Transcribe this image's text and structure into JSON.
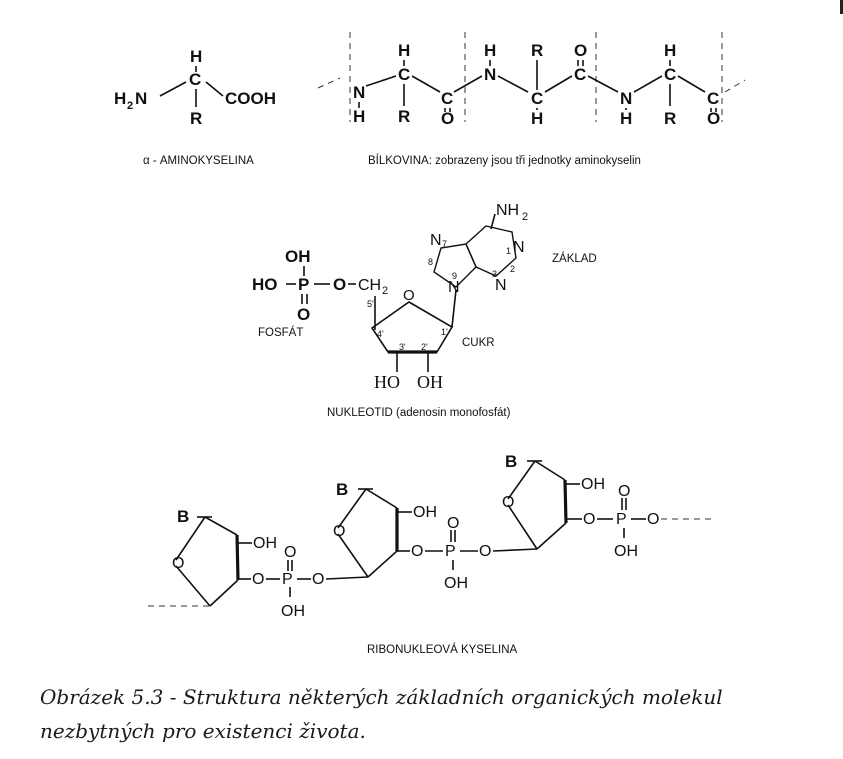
{
  "amino_acid": {
    "atoms": {
      "h": "H",
      "c": "C",
      "r": "R",
      "nh2_n": "N",
      "nh2_h": "H",
      "nh2_2": "2",
      "cooh": "COOH"
    },
    "label": "α - AMINOKYSELINA"
  },
  "protein": {
    "atoms": {
      "h": "H",
      "n": "N",
      "c": "C",
      "o": "O",
      "r": "R"
    },
    "label": "BÍLKOVINA: zobrazeny jsou tři jednotky aminokyselin"
  },
  "nucleotide": {
    "phosphate": {
      "oh": "OH",
      "ho": "HO",
      "p": "P",
      "o": "O",
      "o_link": "O",
      "ch2": "CH",
      "ch2_sub": "2",
      "label": "FOSFÁT"
    },
    "sugar": {
      "label": "CUKR",
      "c5": "5'",
      "c4": "4'",
      "c3": "3'",
      "c2": "2'",
      "c1": "1'",
      "ho": "HO",
      "oh": "OH"
    },
    "base": {
      "nh2": "NH",
      "nh2_sub": "2",
      "n": "N",
      "n7": "7",
      "n8": "8",
      "n9": "9",
      "n1": "1",
      "n2": "2",
      "n3": "3",
      "label": "ZÁKLAD"
    },
    "label": "NUKLEOTID (adenosin monofosfát)"
  },
  "rna": {
    "b": "B",
    "o": "O",
    "oh": "OH",
    "p": "P",
    "dbl_o": "O",
    "label": "RIBONUKLEOVÁ KYSELINA"
  },
  "caption": "Obrázek 5.3 - Struktura některých základních organických molekul nezbytných pro existenci života."
}
